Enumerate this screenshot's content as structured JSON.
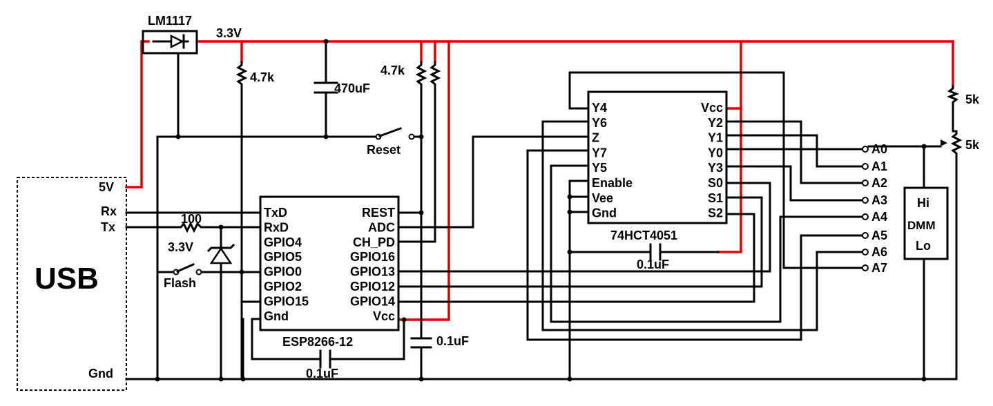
{
  "colors": {
    "wire": "#000000",
    "power_rail": "#e00000",
    "background": "#ffffff"
  },
  "usb": {
    "label": "USB",
    "pins": {
      "v5": "5V",
      "rx": "Rx",
      "tx": "Tx",
      "gnd": "Gnd"
    }
  },
  "regulator": {
    "label": "LM1117",
    "output": "3.3V"
  },
  "passives": {
    "r_pullup1": "4.7k",
    "r_pullup2": "4.7k",
    "cap_bulk": "470uF",
    "r_series": "100",
    "zener_label": "3.3V",
    "cap_esp": "0.1uF",
    "cap_vcc": "0.1uF",
    "cap_mux": "0.1uF",
    "r_top": "5k",
    "pot": "5k"
  },
  "switches": {
    "reset": "Reset",
    "flash": "Flash"
  },
  "esp": {
    "name": "ESP8266-12",
    "left_pins": [
      "TxD",
      "RxD",
      "GPIO4",
      "GPIO5",
      "GPIO0",
      "GPIO2",
      "GPIO15",
      "Gnd"
    ],
    "right_pins": [
      "REST",
      "ADC",
      "CH_PD",
      "GPIO16",
      "GPIO13",
      "GPIO12",
      "GPIO14",
      "Vcc"
    ]
  },
  "mux": {
    "name": "74HCT4051",
    "left_pins": [
      "Y4",
      "Y6",
      "Z",
      "Y7",
      "Y5",
      "Enable",
      "Vee",
      "Gnd"
    ],
    "right_pins": [
      "Vcc",
      "Y2",
      "Y1",
      "Y0",
      "Y3",
      "S0",
      "S1",
      "S2"
    ]
  },
  "inputs": [
    "A0",
    "A1",
    "A2",
    "A3",
    "A4",
    "A5",
    "A6",
    "A7"
  ],
  "dmm": {
    "hi": "Hi",
    "title": "DMM",
    "lo": "Lo"
  }
}
